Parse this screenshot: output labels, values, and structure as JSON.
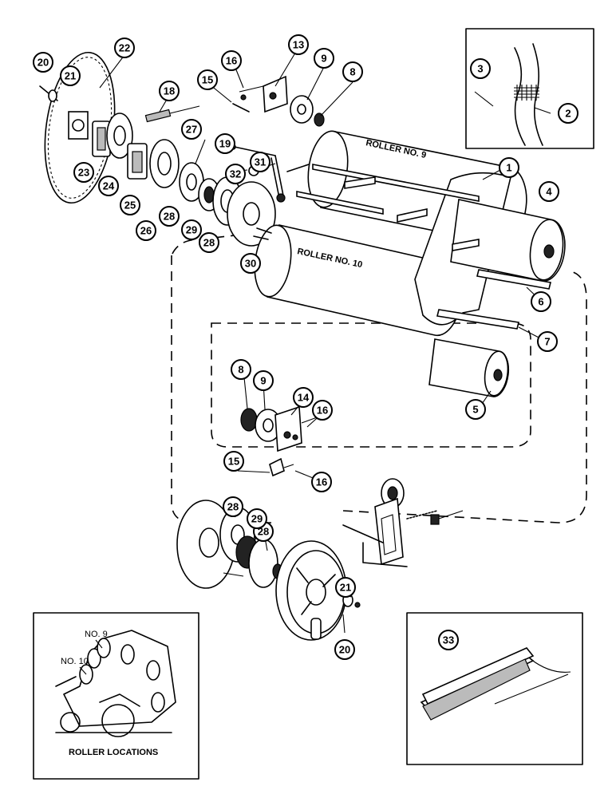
{
  "diagram": {
    "roller_labels": {
      "upper": "ROLLER NO. 9",
      "lower": "ROLLER NO. 10"
    },
    "inset_locations": {
      "caption": "ROLLER LOCATIONS",
      "no9": "NO. 9",
      "no10": "NO. 10"
    },
    "callouts": [
      {
        "id": "c1",
        "label": "1"
      },
      {
        "id": "c2",
        "label": "2"
      },
      {
        "id": "c3",
        "label": "3"
      },
      {
        "id": "c4",
        "label": "4"
      },
      {
        "id": "c5",
        "label": "5"
      },
      {
        "id": "c6",
        "label": "6"
      },
      {
        "id": "c7",
        "label": "7"
      },
      {
        "id": "c8a",
        "label": "8"
      },
      {
        "id": "c8b",
        "label": "8"
      },
      {
        "id": "c9a",
        "label": "9"
      },
      {
        "id": "c9b",
        "label": "9"
      },
      {
        "id": "c13",
        "label": "13"
      },
      {
        "id": "c14",
        "label": "14"
      },
      {
        "id": "c15a",
        "label": "15"
      },
      {
        "id": "c15b",
        "label": "15"
      },
      {
        "id": "c16a",
        "label": "16"
      },
      {
        "id": "c16b",
        "label": "16"
      },
      {
        "id": "c16c",
        "label": "16"
      },
      {
        "id": "c18",
        "label": "18"
      },
      {
        "id": "c19",
        "label": "19"
      },
      {
        "id": "c20a",
        "label": "20"
      },
      {
        "id": "c20b",
        "label": "20"
      },
      {
        "id": "c21a",
        "label": "21"
      },
      {
        "id": "c21b",
        "label": "21"
      },
      {
        "id": "c22",
        "label": "22"
      },
      {
        "id": "c23",
        "label": "23"
      },
      {
        "id": "c24",
        "label": "24"
      },
      {
        "id": "c25",
        "label": "25"
      },
      {
        "id": "c26",
        "label": "26"
      },
      {
        "id": "c27",
        "label": "27"
      },
      {
        "id": "c28a",
        "label": "28"
      },
      {
        "id": "c28b",
        "label": "28"
      },
      {
        "id": "c28c",
        "label": "28"
      },
      {
        "id": "c28d",
        "label": "28"
      },
      {
        "id": "c29a",
        "label": "29"
      },
      {
        "id": "c29b",
        "label": "29"
      },
      {
        "id": "c30",
        "label": "30"
      },
      {
        "id": "c31",
        "label": "31"
      },
      {
        "id": "c32",
        "label": "32"
      },
      {
        "id": "c33",
        "label": "33"
      }
    ]
  }
}
